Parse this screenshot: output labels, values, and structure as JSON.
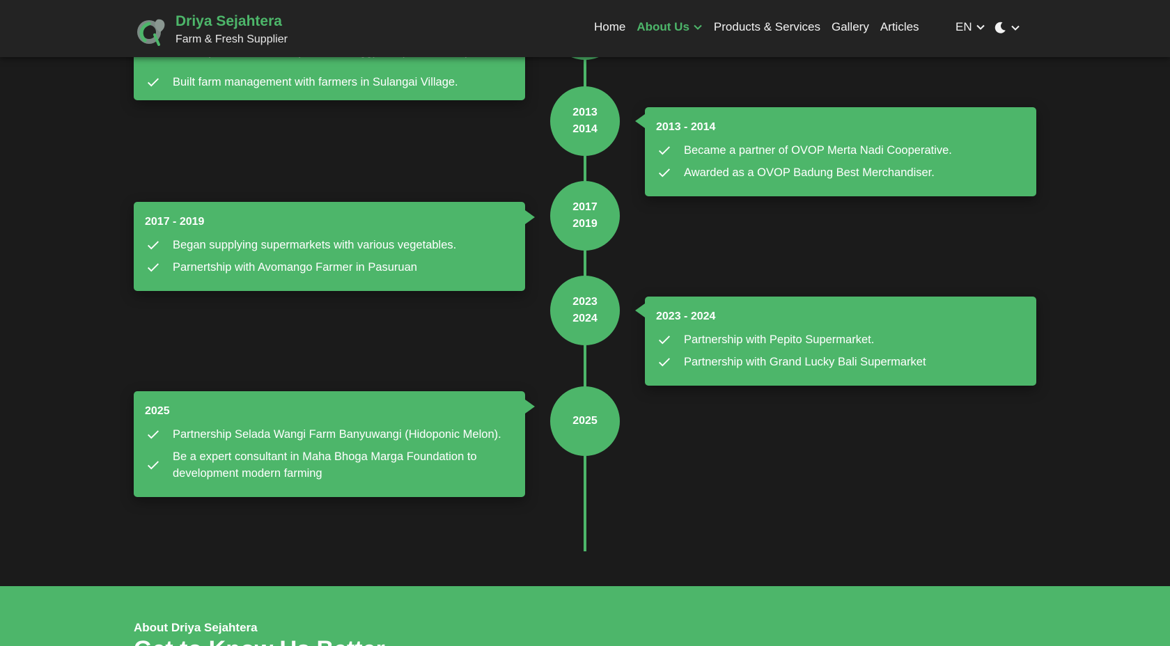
{
  "navbar": {
    "brand_name": "Driya Sejahtera",
    "brand_tagline": "Farm & Fresh Supplier",
    "links": {
      "home": "Home",
      "about": "About Us",
      "products": "Products & Services",
      "gallery": "Gallery",
      "articles": "Articles"
    },
    "language": "EN"
  },
  "colors": {
    "brand_green": "#4db66a",
    "background": "#1b1b1b",
    "navbar_bg": "#232323"
  },
  "icons": [
    "check-icon",
    "chevron-down-icon",
    "moon-icon",
    "logo-icon"
  ],
  "timeline": {
    "first": {
      "partial_item": "Developed a Tomato, Paprika, and Eggplant (Solanaceae)",
      "item": "Built farm management with farmers in Sulangai Village."
    },
    "e2013": {
      "year_top": "2013",
      "year_bottom": "2014",
      "title": "2013 - 2014",
      "items": [
        "Became a partner of OVOP Merta Nadi Cooperative.",
        "Awarded as a OVOP Badung Best Merchandiser."
      ]
    },
    "e2017": {
      "year_top": "2017",
      "year_bottom": "2019",
      "title": "2017 - 2019",
      "items": [
        "Began supplying supermarkets with various vegetables.",
        "Parnertship with Avomango Farmer in Pasuruan"
      ]
    },
    "e2023": {
      "year_top": "2023",
      "year_bottom": "2024",
      "title": "2023 - 2024",
      "items": [
        "Partnership with Pepito Supermarket.",
        "Partnership with Grand Lucky Bali Supermarket"
      ]
    },
    "e2025": {
      "year": "2025",
      "title": "2025",
      "items": [
        "Partnership Selada Wangi Farm Banyuwangi (Hidoponic Melon).",
        "Be a expert consultant in Maha Bhoga Marga Foundation to development modern farming"
      ]
    }
  },
  "about": {
    "eyebrow": "About Driya Sejahtera",
    "heading": "Get to Know Us Better"
  }
}
